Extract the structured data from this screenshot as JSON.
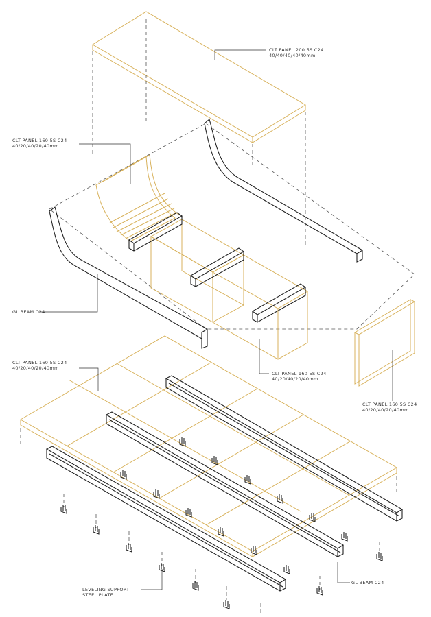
{
  "labels": {
    "top_panel": {
      "title": "CLT PANEL 200 5S C24",
      "spec": "40/40/40/40/40mm"
    },
    "back_panel": {
      "title": "CLT PANEL 160 5S C24",
      "spec": "40/20/40/20/40mm"
    },
    "gl_beam_upper": {
      "title": "GL BEAM C24"
    },
    "box_panel": {
      "title": "CLT PANEL 160 5S C24",
      "spec": "40/20/40/20/40mm"
    },
    "side_panel": {
      "title": "CLT PANEL 160 5S C24",
      "spec": "40/20/40/20/40mm"
    },
    "floor_panel": {
      "title": "CLT PANEL 160 5S C24",
      "spec": "40/20/40/20/40mm"
    },
    "gl_beam_lower": {
      "title": "GL BEAM C24"
    },
    "support": {
      "title": "LEVELING SUPPORT",
      "spec": "STEEL PLATE"
    }
  },
  "colors": {
    "timber": "#d8b25c",
    "steel": "#222222"
  }
}
